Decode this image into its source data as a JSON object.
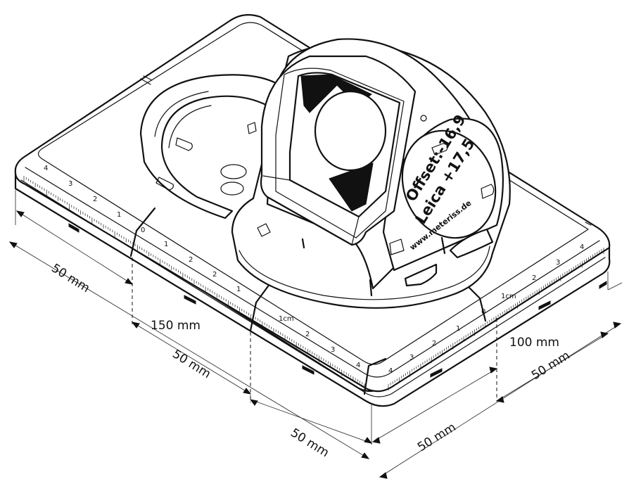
{
  "labels": {
    "offset": "Offset:-16,9",
    "leica": "Leica +17,5",
    "url": "www.meteriss.de"
  },
  "dimensions": {
    "left_edge_50": "50 mm",
    "bottom_left_50": "50 mm",
    "bottom_mid_50": "50 mm",
    "total_150": "150 mm",
    "right_total_100": "100 mm",
    "right_upper_50": "50 mm",
    "right_lower_50": "50 mm"
  },
  "ruler_marks": {
    "left_section": [
      "4",
      "3",
      "2",
      "1",
      "0"
    ],
    "mid_section": [
      "1",
      "2",
      "2",
      "1"
    ],
    "center_section": [
      "1cm",
      "2",
      "3",
      "4"
    ],
    "front_section": [
      "4",
      "3",
      "2",
      "1",
      "0"
    ],
    "right_section": [
      "1cm",
      "2",
      "3",
      "4"
    ]
  },
  "colors": {
    "line": "#111111",
    "background": "#ffffff"
  }
}
